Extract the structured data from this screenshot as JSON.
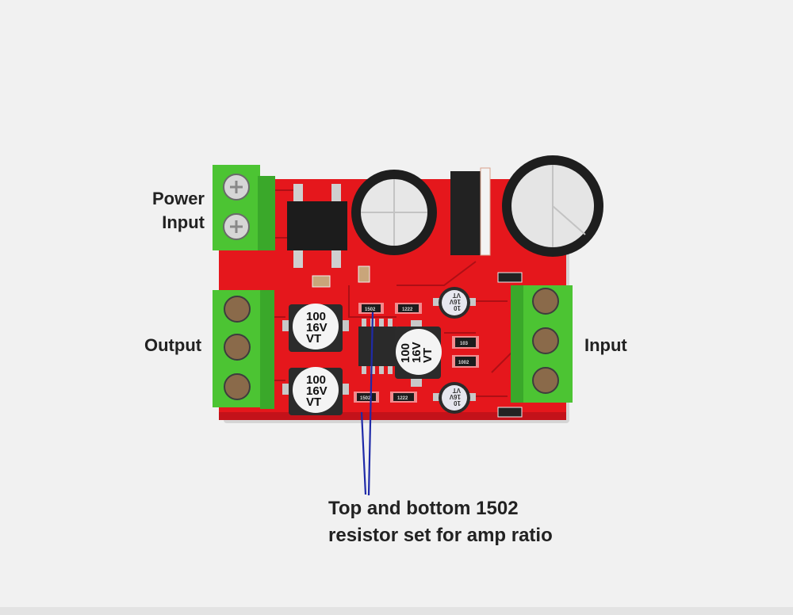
{
  "labels": {
    "power_input_line1": "Power",
    "power_input_line2": "Input",
    "output": "Output",
    "input": "Input"
  },
  "annotation": {
    "line1": "Top and bottom 1502",
    "line2": "resistor set for amp ratio",
    "line_color": "#1f2aa8"
  },
  "board": {
    "pcb_color": "#e5171c",
    "terminal_color": "#4cc433",
    "caps_small": [
      {
        "line1": "100",
        "line2": "16V",
        "line3": "VT"
      },
      {
        "line1": "100",
        "line2": "16V",
        "line3": "VT"
      },
      {
        "line1": "100",
        "line2": "16V",
        "line3": "VT"
      }
    ],
    "caps_tiny": [
      {
        "line1": "10",
        "line2": "16V",
        "line3": "VT"
      },
      {
        "line1": "10",
        "line2": "16V",
        "line3": "VT"
      }
    ],
    "resistors": {
      "top_gain": "1502",
      "top_right": "1222",
      "bottom_gain": "1502",
      "bottom_right": "1222",
      "mid_right_1": "103",
      "mid_right_2": "1002"
    }
  }
}
